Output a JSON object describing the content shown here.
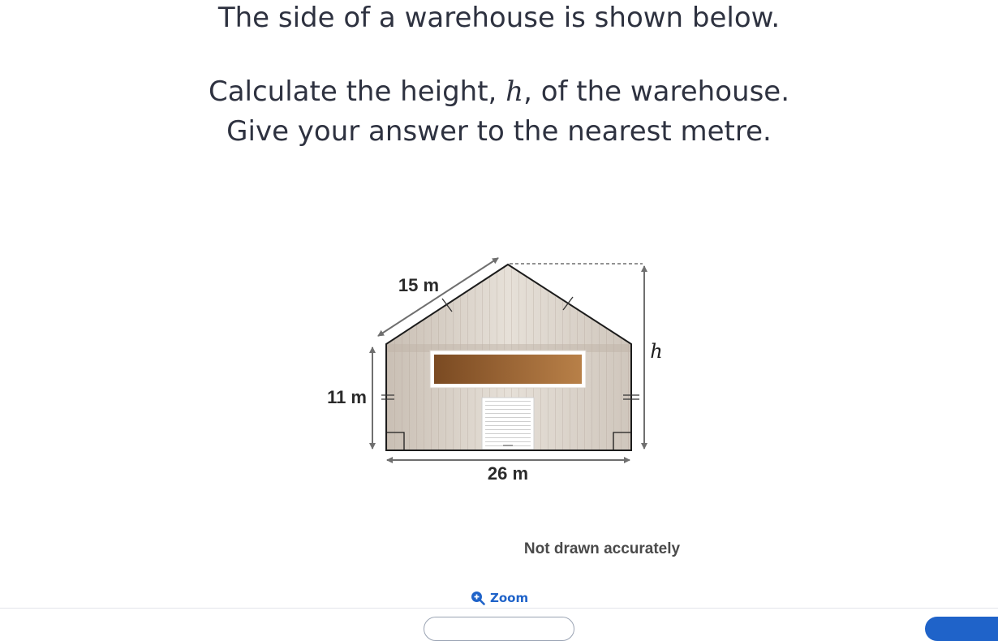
{
  "question": {
    "line1": "The side of a warehouse is shown below.",
    "line2_before": "Calculate the height, ",
    "line2_variable": "h",
    "line2_after": ", of the warehouse.",
    "line3": "Give your answer to the nearest metre."
  },
  "diagram": {
    "roof_slope_label": "15 m",
    "wall_height_label": "11 m",
    "width_label": "26 m",
    "height_variable": "h",
    "note": "Not drawn accurately"
  },
  "controls": {
    "zoom_label": "Zoom",
    "zoom_icon": "zoom-in-icon"
  },
  "colors": {
    "accent": "#1f63c9",
    "text": "#2e3240",
    "annotation": "#6f6f6f"
  }
}
